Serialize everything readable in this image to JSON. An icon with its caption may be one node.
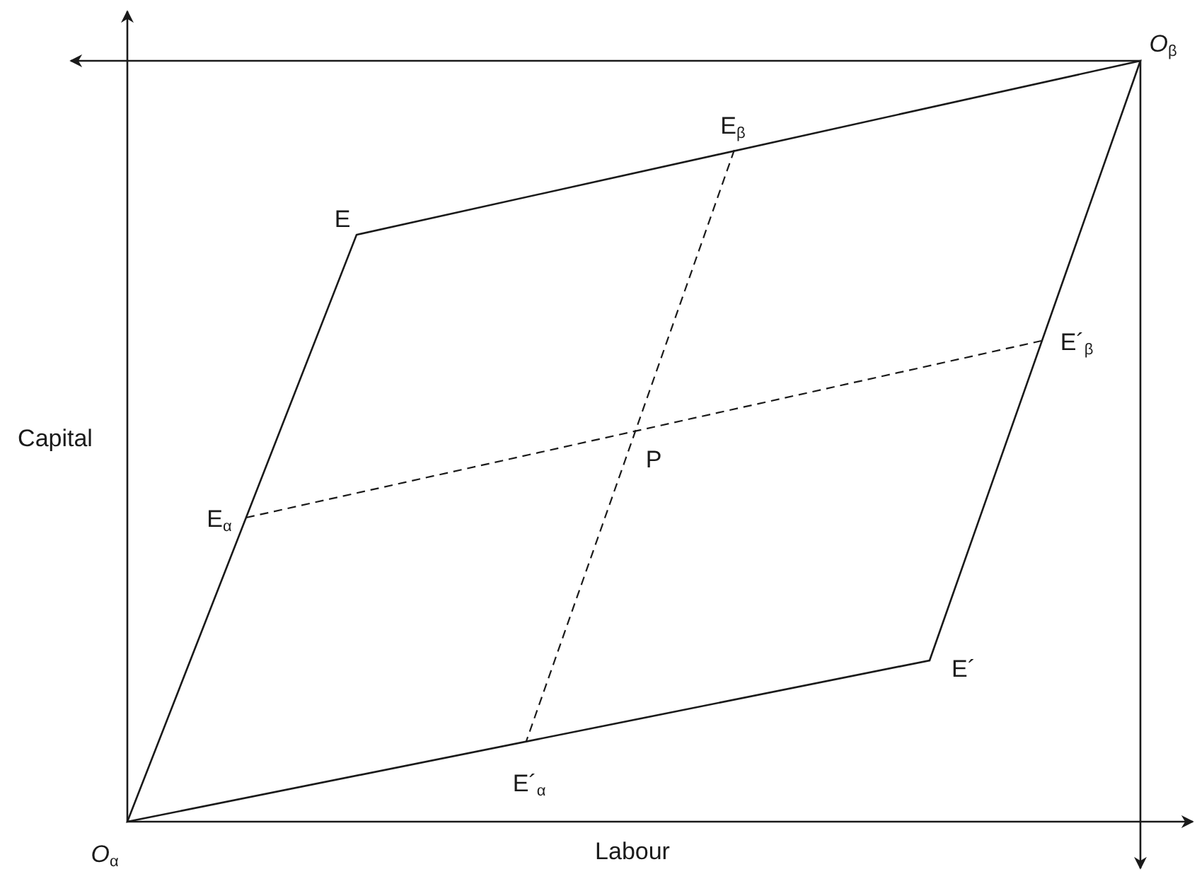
{
  "diagram": {
    "labels": [
      "*O*$_{β}$",
      "E$_{β}$",
      "E",
      "E´$_{β}$",
      "Capital",
      "P",
      "E$_{α}$",
      "E´",
      "E´$_{α}$",
      "*O*$_{α}$",
      "Labour"
    ]
  }
}
